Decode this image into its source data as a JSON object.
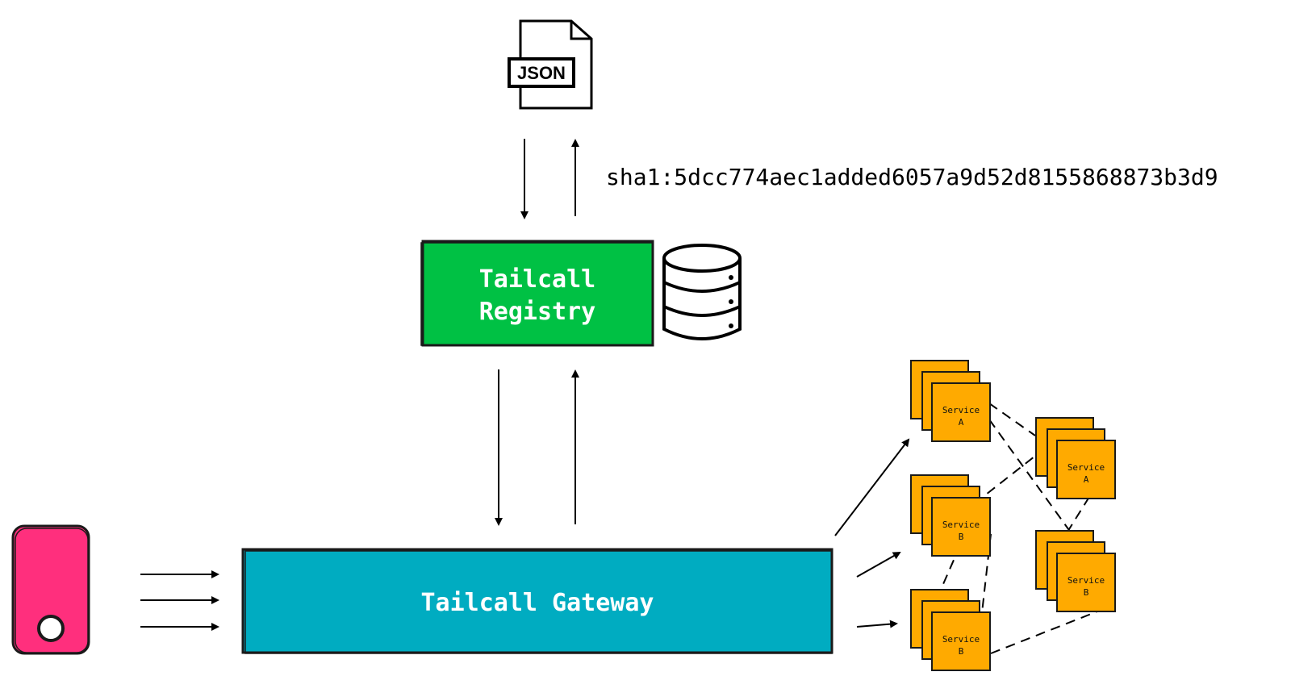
{
  "json_file": {
    "label": "JSON"
  },
  "hash_text": "sha1:5dcc774aec1added6057a9d52d8155868873b3d9",
  "registry": {
    "line1": "Tailcall",
    "line2": "Registry"
  },
  "gateway": {
    "label": "Tailcall Gateway"
  },
  "services": {
    "a_left": {
      "line1": "Service",
      "line2": "A"
    },
    "b_left_mid": {
      "line1": "Service",
      "line2": "B"
    },
    "b_left_bottom": {
      "line1": "Service",
      "line2": "B"
    },
    "a_right": {
      "line1": "Service",
      "line2": "A"
    },
    "b_right": {
      "line1": "Service",
      "line2": "B"
    }
  },
  "colors": {
    "registry_fill": "#00c144",
    "gateway_fill": "#00acc1",
    "service_fill": "#ffaa00",
    "client_fill": "#ff2f7d",
    "stroke": "#1a1a1a"
  }
}
